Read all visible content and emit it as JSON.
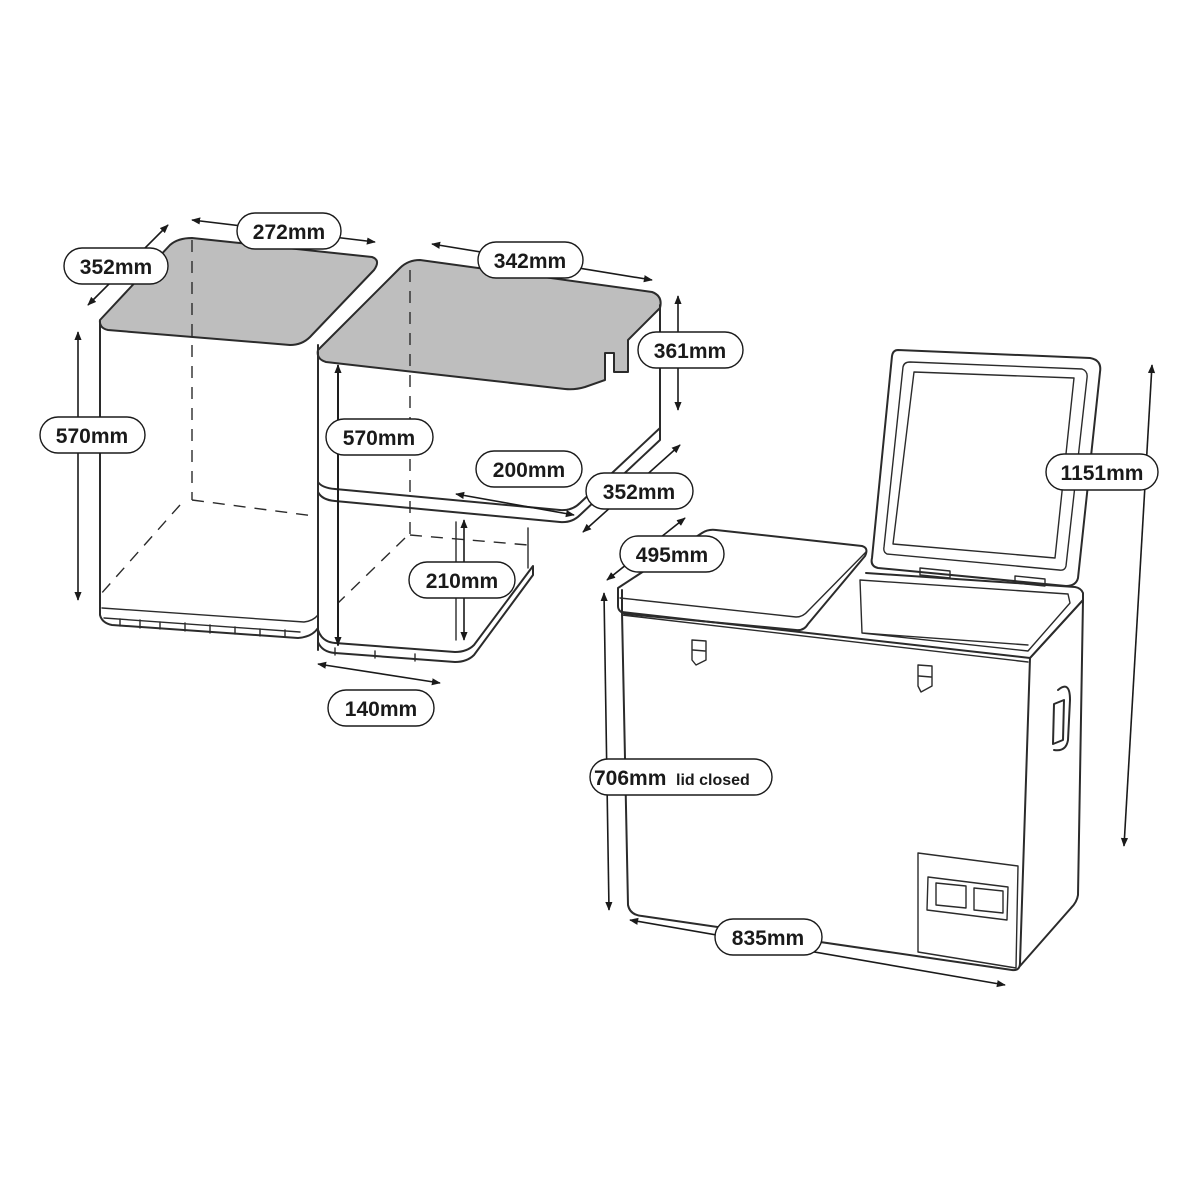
{
  "colors": {
    "line": "#2b2b2b",
    "top_face": "#bebebe",
    "background": "#ffffff"
  },
  "compartment_left": {
    "width_label": "272mm",
    "depth_label": "352mm",
    "height_label": "570mm"
  },
  "compartment_right": {
    "width_label": "342mm",
    "upper_height_label": "361mm",
    "height_label": "570mm",
    "step_width_label": "200mm",
    "depth_label": "352mm",
    "step_height_label": "210mm",
    "bottom_width_label": "140mm"
  },
  "fridge": {
    "depth_label": "495mm",
    "open_height_label": "1151mm",
    "closed_height_value": "706mm",
    "closed_height_note": "lid closed",
    "width_label": "835mm"
  }
}
